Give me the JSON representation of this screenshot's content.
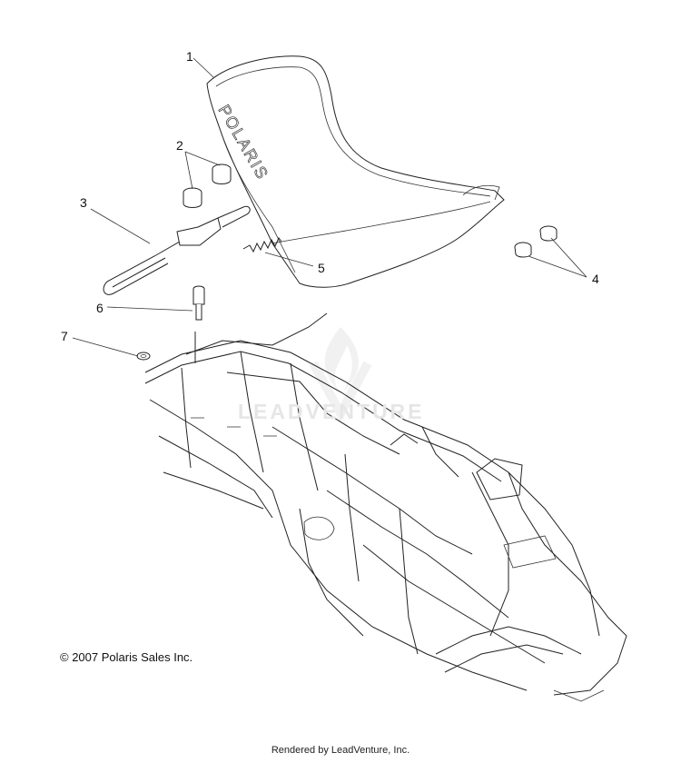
{
  "diagram": {
    "callouts": [
      {
        "id": "1",
        "label": "1"
      },
      {
        "id": "2",
        "label": "2"
      },
      {
        "id": "3",
        "label": "3"
      },
      {
        "id": "4",
        "label": "4"
      },
      {
        "id": "5",
        "label": "5"
      },
      {
        "id": "6",
        "label": "6"
      },
      {
        "id": "7",
        "label": "7"
      }
    ],
    "seat_brand": "POLARIS",
    "copyright": "© 2007 Polaris Sales Inc.",
    "rendered_by": "Rendered by LeadVenture, Inc.",
    "watermark_text": "LEADVENTURE"
  }
}
